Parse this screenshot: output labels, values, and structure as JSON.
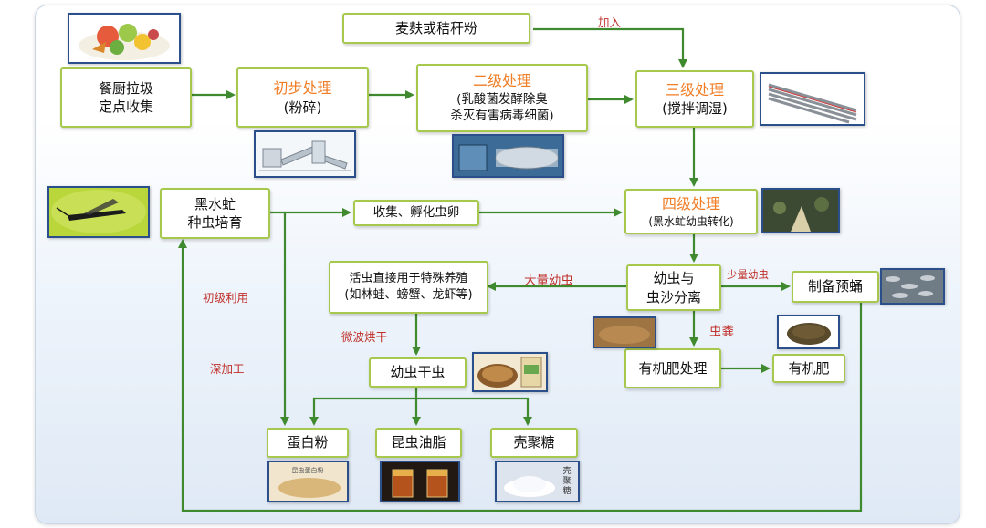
{
  "nodes": {
    "bran": "麦麸或秸秆粉",
    "kitchen": [
      "餐厨拉圾",
      "定点收集"
    ],
    "step1": {
      "title": "初步处理",
      "sub": "(粉碎)"
    },
    "step2": {
      "title": "二级处理",
      "sub1": "(乳酸菌发酵除臭",
      "sub2": "杀灭有害病毒细菌)"
    },
    "step3": {
      "title": "三级处理",
      "sub": "(搅拌调湿)"
    },
    "step4": {
      "title": "四级处理",
      "sub": "(黑水虻幼虫转化)"
    },
    "breeding": [
      "黑水虻",
      "种虫培育"
    ],
    "eggs": "收集、孵化虫卵",
    "separate": [
      "幼虫与",
      "虫沙分离"
    ],
    "prepupa": "制备预蛹",
    "live": [
      "活虫直接用于特殊养殖",
      "(如林蛙、螃蟹、龙虾等)"
    ],
    "dried": "幼虫干虫",
    "fert_proc": "有机肥处理",
    "fert": "有机肥",
    "protein": "蛋白粉",
    "oil": "昆虫油脂",
    "chitosan": "壳聚糖"
  },
  "labels": {
    "add": "加入",
    "large": "大量幼虫",
    "small": "少量幼虫",
    "frass": "虫粪",
    "microwave": "微波烘干",
    "primary_use": "初级利用",
    "deep": "深加工"
  },
  "image_text": {
    "protein_bag": "昆虫蛋白粉",
    "chitosan_label": [
      "壳",
      "聚",
      "糖"
    ]
  },
  "colors": {
    "box_border": "#a6c84c",
    "arrow": "#3f8a2f",
    "title_orange": "#f07c24",
    "label_red": "#c0312b",
    "image_border": "#2a4f8a"
  }
}
